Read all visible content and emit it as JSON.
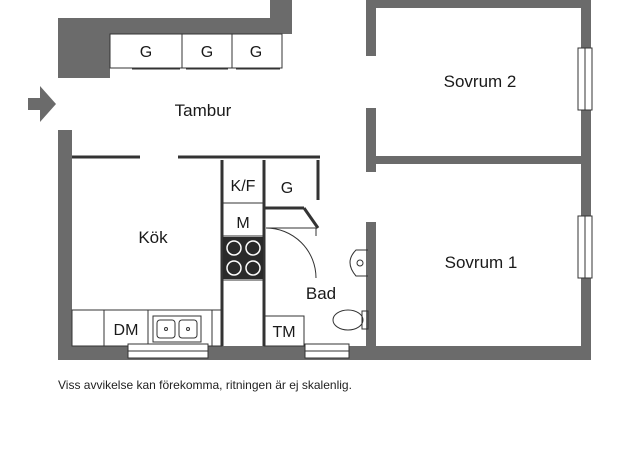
{
  "rooms": {
    "tambur": "Tambur",
    "sovrum2": "Sovrum 2",
    "sovrum1": "Sovrum 1",
    "kok": "Kök",
    "bad": "Bad"
  },
  "fixtures": {
    "closet": "G",
    "kf": "K/F",
    "m": "M",
    "dm": "DM",
    "tm": "TM"
  },
  "disclaimer": "Viss avvikelse kan förekomma, ritningen är ej skalenlig.",
  "colors": {
    "wall": "#6b6b6b",
    "line": "#333333",
    "stove": "#2a2a2a"
  }
}
